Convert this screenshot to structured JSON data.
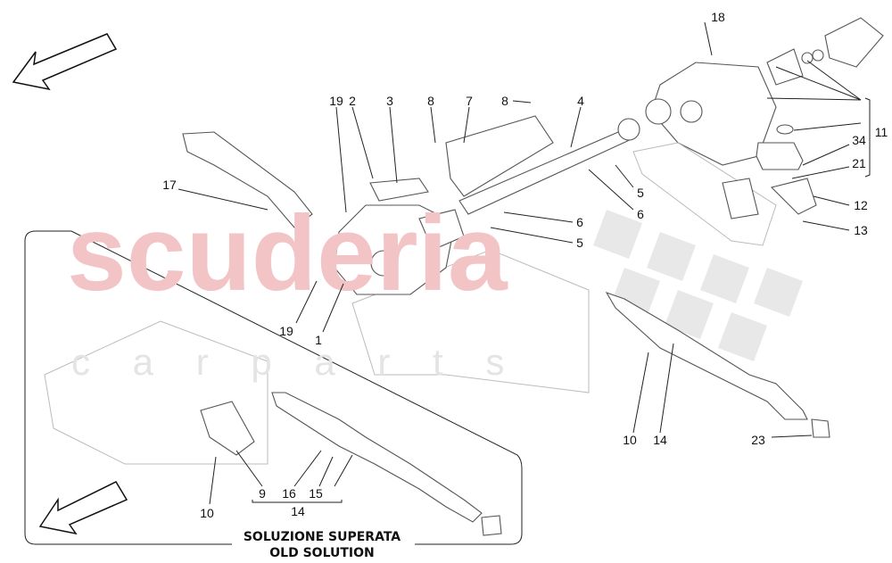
{
  "watermark": {
    "brand": "scuderia",
    "sub": "c a r   p a r t s"
  },
  "caption": {
    "line1": "SOLUZIONE SUPERATA",
    "line2": "OLD SOLUTION"
  },
  "callouts": [
    {
      "id": "c18",
      "text": "18"
    },
    {
      "id": "c4",
      "text": "4"
    },
    {
      "id": "c7",
      "text": "7"
    },
    {
      "id": "c8a",
      "text": "8"
    },
    {
      "id": "c8b",
      "text": "8"
    },
    {
      "id": "c3",
      "text": "3"
    },
    {
      "id": "c2",
      "text": "2"
    },
    {
      "id": "c19a",
      "text": "19"
    },
    {
      "id": "c11",
      "text": "11"
    },
    {
      "id": "c34",
      "text": "34"
    },
    {
      "id": "c21",
      "text": "21"
    },
    {
      "id": "c12",
      "text": "12"
    },
    {
      "id": "c13",
      "text": "13"
    },
    {
      "id": "c5a",
      "text": "5"
    },
    {
      "id": "c6a",
      "text": "6"
    },
    {
      "id": "c6b",
      "text": "6"
    },
    {
      "id": "c5b",
      "text": "5"
    },
    {
      "id": "c17",
      "text": "17"
    },
    {
      "id": "c19b",
      "text": "19"
    },
    {
      "id": "c1",
      "text": "1"
    },
    {
      "id": "c10a",
      "text": "10"
    },
    {
      "id": "c14a",
      "text": "14"
    },
    {
      "id": "c23",
      "text": "23"
    },
    {
      "id": "c9",
      "text": "9"
    },
    {
      "id": "c16",
      "text": "16"
    },
    {
      "id": "c15",
      "text": "15"
    },
    {
      "id": "c14b",
      "text": "14"
    },
    {
      "id": "c10b",
      "text": "10"
    }
  ],
  "colors": {
    "watermark": "#f3c4c6",
    "line": "#222222",
    "checker": "#e6e6e6"
  }
}
